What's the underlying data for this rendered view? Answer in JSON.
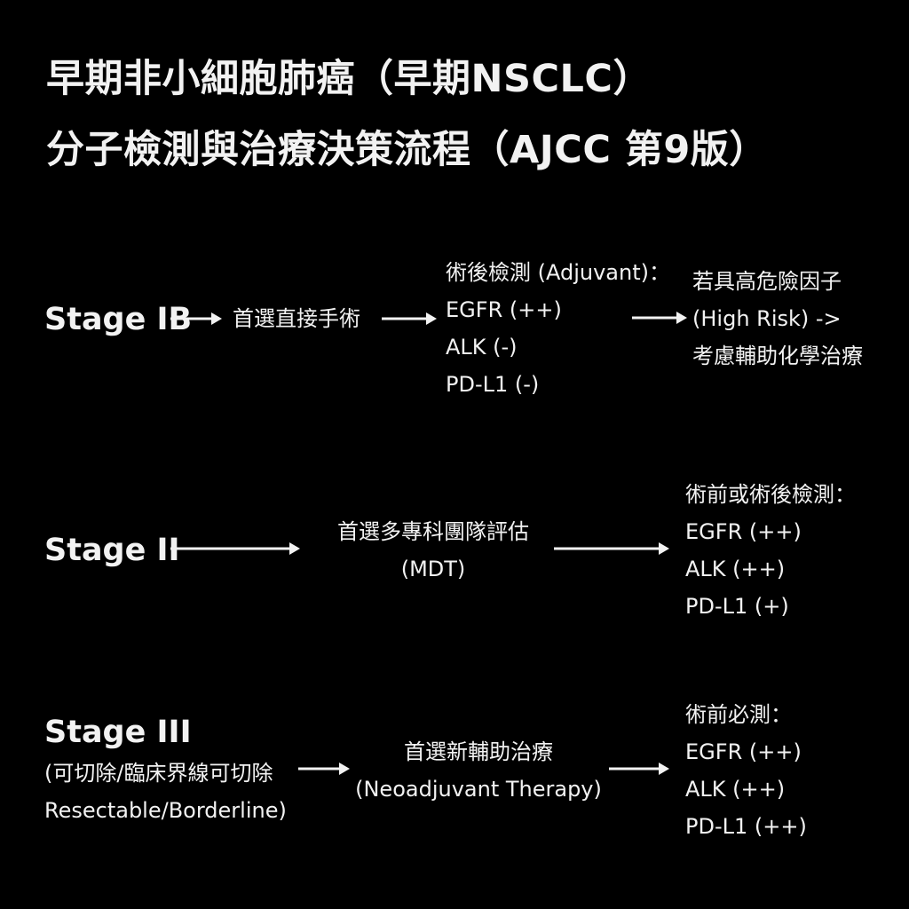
{
  "title": {
    "line1": "早期非小細胞肺癌（早期NSCLC）",
    "line2": "分子檢測與治療決策流程（AJCC 第9版）"
  },
  "stage_ib": {
    "label": "Stage IB",
    "step1": "首選直接手術",
    "tests": [
      "術後檢測 (Adjuvant)：",
      "EGFR (++)",
      "ALK (-)",
      "PD-L1 (-)"
    ],
    "outcome": [
      "若具高危險因子",
      "(High Risk) ->",
      "考慮輔助化學治療"
    ]
  },
  "stage_ii": {
    "label": "Stage II",
    "step1": [
      "首選多專科團隊評估",
      "(MDT)"
    ],
    "tests": [
      "術前或術後檢測：",
      "EGFR (++)",
      "ALK (++)",
      "PD-L1 (+)"
    ]
  },
  "stage_iii": {
    "label": "Stage III",
    "sub": [
      "(可切除/臨床界線可切除",
      "Resectable/Borderline)"
    ],
    "step1": [
      "首選新輔助治療",
      "(Neoadjuvant Therapy)"
    ],
    "tests": [
      "術前必測：",
      "EGFR (++)",
      "ALK (++)",
      "PD-L1 (++)"
    ]
  }
}
